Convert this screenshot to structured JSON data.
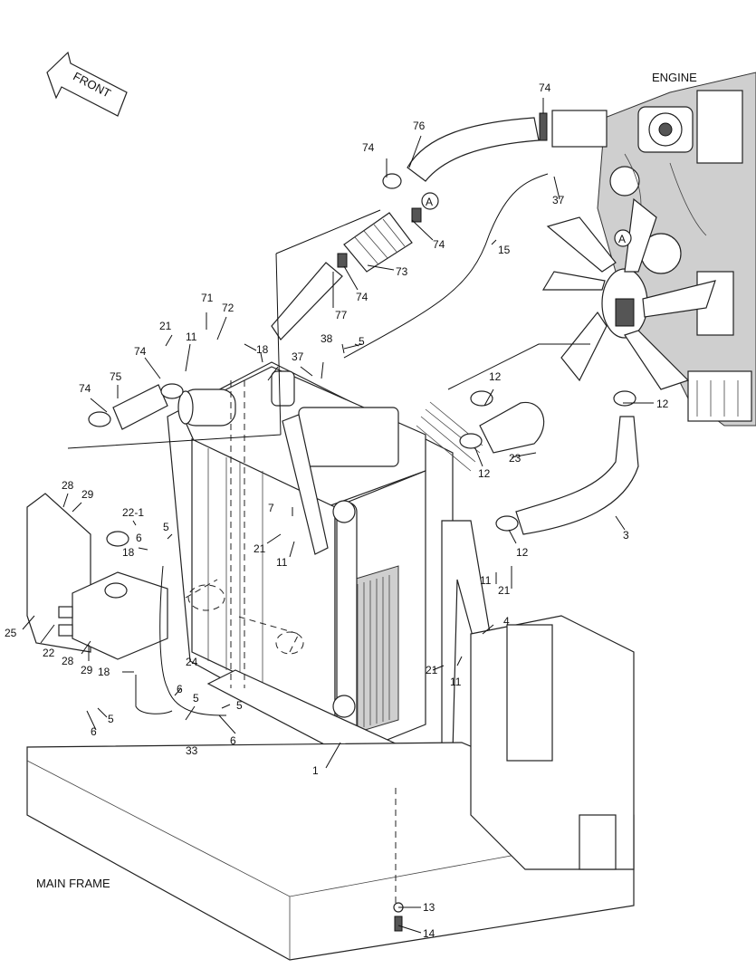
{
  "front_label": "FRONT",
  "engine_label": "ENGINE",
  "main_frame_label": "MAIN FRAME",
  "detail_marker": "A",
  "callouts": {
    "c1": "1",
    "c3": "3",
    "c4": "4",
    "c5": "5",
    "c6": "6",
    "c7": "7",
    "c11": "11",
    "c12": "12",
    "c13": "13",
    "c14": "14",
    "c15": "15",
    "c18": "18",
    "c21": "21",
    "c22": "22",
    "c22_1": "22-1",
    "c23": "23",
    "c24": "24",
    "c25": "25",
    "c28": "28",
    "c29": "29",
    "c33": "33",
    "c37": "37",
    "c38": "38",
    "c71": "71",
    "c72": "72",
    "c73": "73",
    "c74": "74",
    "c75": "75",
    "c76": "76",
    "c77": "77"
  }
}
